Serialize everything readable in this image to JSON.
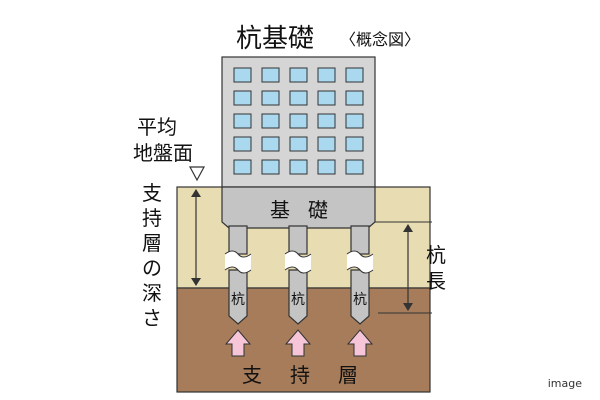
{
  "title": "杭基礎",
  "subtitle": "〈概念図〉",
  "labels": {
    "avg_ground_line1": "平均",
    "avg_ground_line2": "地盤面",
    "depth_chars": [
      "支",
      "持",
      "層",
      "の",
      "深",
      "さ"
    ],
    "foundation_chars": [
      "基",
      "礎"
    ],
    "pile_length_chars": [
      "杭",
      "長"
    ],
    "pile_label": "杭",
    "bearing_chars": [
      "支",
      "持",
      "層"
    ]
  },
  "caption": "image",
  "colors": {
    "soft_ground": "#e8dcb2",
    "bearing_layer": "#a67c5b",
    "building_fill": "#d5d5d5",
    "window_fill": "#aad8ef",
    "foundation_fill": "#c4c4c4",
    "arrow_fill": "#f6c6d8",
    "outline": "#333333"
  },
  "icons": {
    "ground_marker": "triangle-down-icon",
    "upward_force": "up-arrow-icon"
  }
}
